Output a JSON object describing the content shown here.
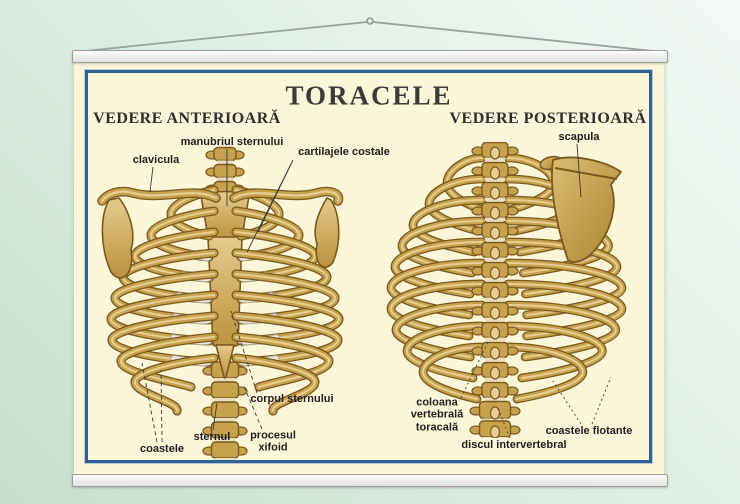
{
  "poster": {
    "title": "TORACELE",
    "anterior": {
      "heading": "VEDERE ANTERIOARĂ",
      "labels": {
        "clavicula": "clavicula",
        "manubriul_sternului": "manubriul sternului",
        "cartilajele_costale": "cartilajele costale",
        "corpul_sternului": "corpul sternului",
        "sternul": "sternul",
        "procesul_xifoid": "procesul\nxifoid",
        "coastele": "coastele"
      }
    },
    "posterior": {
      "heading": "VEDERE POSTERIOARĂ",
      "labels": {
        "scapula": "scapula",
        "coloana_vertebrala_toracala": "coloana\nvertebrală\ntoracală",
        "discul_intervertebral": "discul intervertebral",
        "coastele_flotante": "coastele flotante"
      }
    }
  },
  "colors": {
    "wall_light": "#f3f9f5",
    "wall_dark": "#c6e0cd",
    "rail_fill": "#efefef",
    "rail_border": "#9e9e9e",
    "string": "#99a3a0",
    "poster_bg": "#fdf6d9",
    "frame_blue": "#2e6391",
    "bone_mid": "#c7a24c",
    "bone_dark": "#7a591d",
    "bone_light": "#e7cf93",
    "cartilage": "#eceadd",
    "cartilage_edge": "#b3b0a0",
    "disc": "#e9dfc0",
    "label_text": "#1f1f1f",
    "title_text": "#3a3a3a"
  }
}
